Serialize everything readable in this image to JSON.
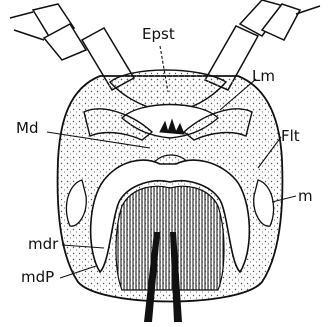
{
  "diagram": {
    "labels": {
      "epst": "Epst",
      "lm": "Lm",
      "md": "Md",
      "flt": "Flt",
      "m": "m",
      "mdr": "mdr",
      "mdp": "mdP"
    }
  }
}
